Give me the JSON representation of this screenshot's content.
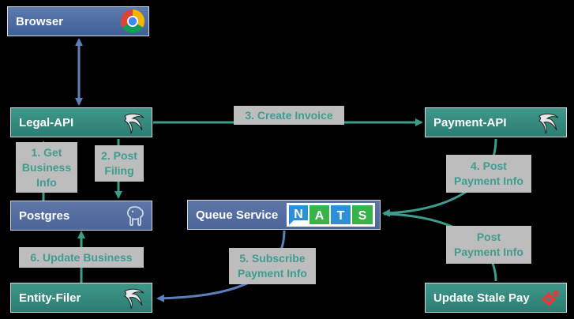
{
  "nodes": {
    "browser": "Browser",
    "legal_api": "Legal-API",
    "payment_api": "Payment-API",
    "postgres": "Postgres",
    "queue_service": "Queue Service",
    "entity_filer": "Entity-Filer",
    "update_stale_pay": "Update Stale Pay",
    "nats_logo": "NATS"
  },
  "edges": {
    "create_invoice": "3. Create Invoice",
    "get_business_info": "1. Get\nBusiness\nInfo",
    "post_filing": "2. Post\nFiling",
    "post_payment_info_4": "4. Post\nPayment Info",
    "post_payment_info": "Post\nPayment Info",
    "update_business": "6. Update Business",
    "subscribe_payment_info": "5. Subscribe\nPayment Info"
  },
  "colors": {
    "blue_node": "#4a6aa2",
    "teal_node": "#35897c",
    "arrow_teal": "#3d9c8b",
    "arrow_blue": "#5b7fb8",
    "label_bg": "#bdbdbd",
    "label_text": "#3f9c8e"
  },
  "icons": {
    "browser": "chrome-icon",
    "legal_api": "flask-icon",
    "payment_api": "flask-icon",
    "postgres": "postgres-elephant-icon",
    "entity_filer": "flask-icon",
    "update_stale_pay": "gear-icon"
  }
}
